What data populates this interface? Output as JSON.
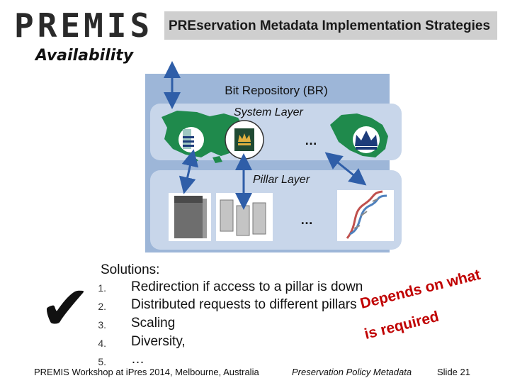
{
  "header": {
    "logo": "PREMIS",
    "subtitle": "PREservation Metadata Implementation Strategies"
  },
  "slide_title": "Availability",
  "diagram": {
    "repository_label": "Bit Repository (BR)",
    "system_layer_label": "System Layer",
    "pillar_layer_label": "Pillar Layer",
    "ellipsis": "…"
  },
  "solutions": {
    "heading": "Solutions:",
    "items": [
      {
        "num": "1.",
        "text": "Redirection if access to a pillar is down"
      },
      {
        "num": "2.",
        "text": "Distributed requests to different pillars"
      },
      {
        "num": "3.",
        "text": "Scaling"
      },
      {
        "num": "4.",
        "text": "Diversity,"
      },
      {
        "num": "5.",
        "text": "…"
      }
    ]
  },
  "annotation": {
    "line1": "Depends on what",
    "line2": "is required"
  },
  "footer": {
    "left": "PREMIS Workshop at iPres 2014, Melbourne, Australia",
    "middle": "Preservation Policy Metadata",
    "right": "Slide 21"
  },
  "icons": {
    "checkmark": "✔",
    "check_name": "checkmark-icon"
  },
  "colors": {
    "diagram_outer": "#9db6d8",
    "diagram_layer": "#c8d6ea",
    "map_green": "#1f8a4c",
    "arrow_blue": "#2f5ea8",
    "annotation_red": "#c00000"
  }
}
